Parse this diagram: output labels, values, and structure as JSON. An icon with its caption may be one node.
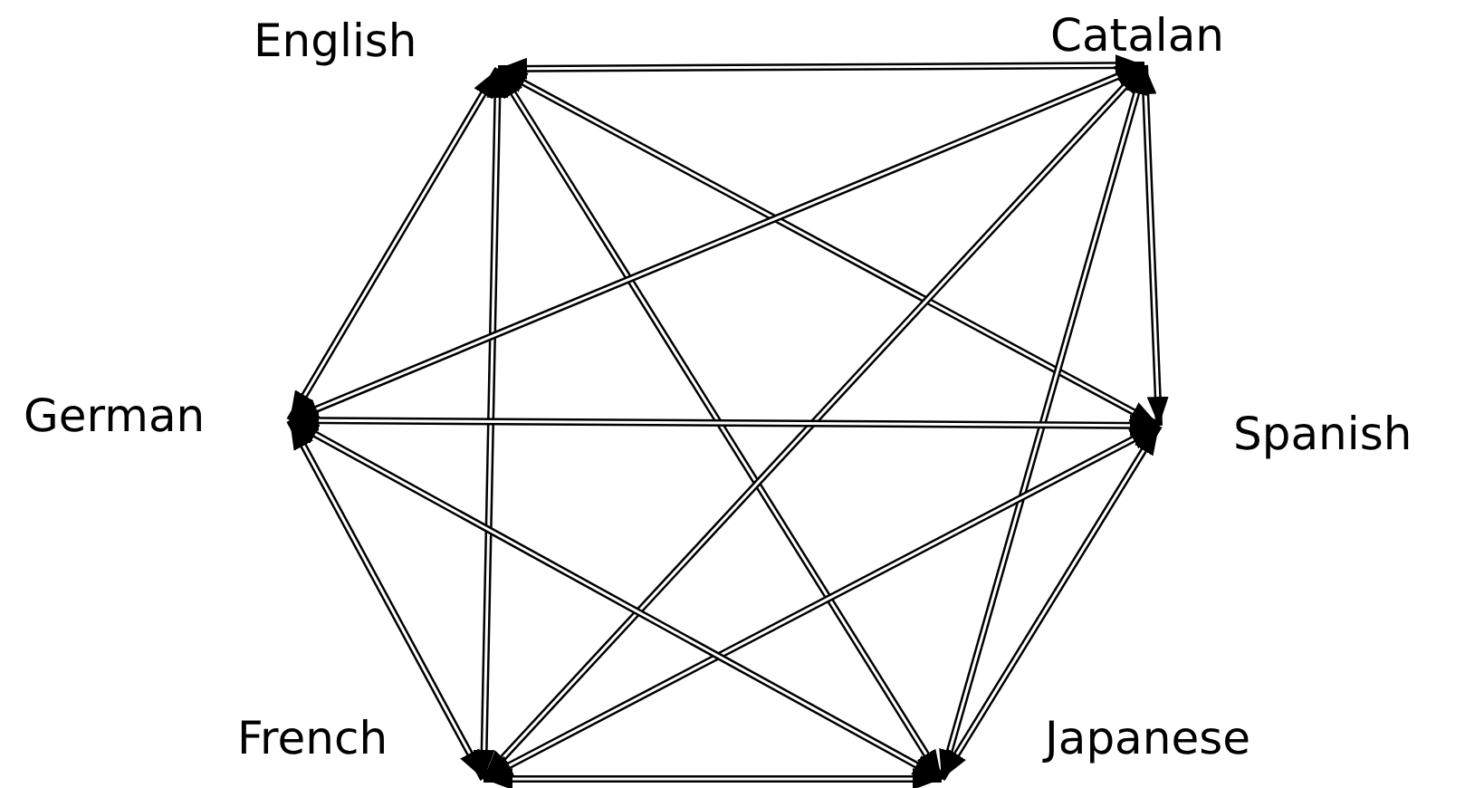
{
  "diagram": {
    "nodes": [
      {
        "text": [
          "English"
        ]
      },
      {
        "text": [
          "Catalan"
        ]
      },
      {
        "text": [
          "Spanish"
        ]
      },
      {
        "text": [
          "Japanese"
        ]
      },
      {
        "text": [
          "French"
        ]
      },
      {
        "text": [
          "German"
        ]
      }
    ],
    "edges": [
      {
        "from": 0,
        "to": 1,
        "arrow": "both"
      },
      {
        "from": 0,
        "to": 2,
        "arrow": "both"
      },
      {
        "from": 0,
        "to": 3,
        "arrow": "both"
      },
      {
        "from": 0,
        "to": 4,
        "arrow": "both"
      },
      {
        "from": 0,
        "to": 5,
        "arrow": "both"
      },
      {
        "from": 1,
        "to": 2,
        "arrow": "both"
      },
      {
        "from": 1,
        "to": 3,
        "arrow": "both"
      },
      {
        "from": 1,
        "to": 4,
        "arrow": "both"
      },
      {
        "from": 1,
        "to": 5,
        "arrow": "both"
      },
      {
        "from": 2,
        "to": 3,
        "arrow": "both"
      },
      {
        "from": 2,
        "to": 4,
        "arrow": "both"
      },
      {
        "from": 2,
        "to": 5,
        "arrow": "both"
      },
      {
        "from": 3,
        "to": 4,
        "arrow": "both"
      },
      {
        "from": 3,
        "to": 5,
        "arrow": "both"
      },
      {
        "from": 4,
        "to": 5,
        "arrow": "both"
      }
    ]
  }
}
